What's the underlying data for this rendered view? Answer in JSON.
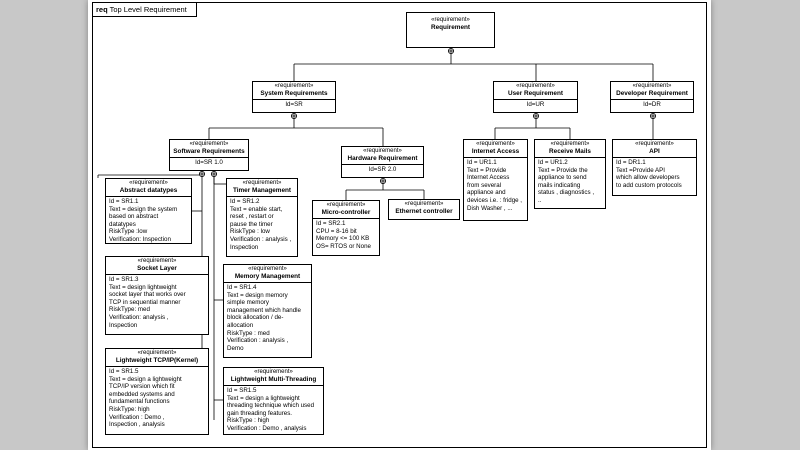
{
  "frame": {
    "keyword": "req",
    "title": "Top Level Requirement"
  },
  "stereotype": "«requirement»",
  "requirements": {
    "top": {
      "name": "Requirement"
    },
    "system": {
      "name": "System Requirements",
      "id": "Id=SR"
    },
    "user": {
      "name": "User Requirement",
      "id": "Id=UR"
    },
    "developer": {
      "name": "Developer  Requirement",
      "id": "Id=DR"
    },
    "software": {
      "name": "Software Requirements",
      "id": "Id=SR 1.0"
    },
    "hardware": {
      "name": "Hardware Requirement",
      "id": "Id=SR 2.0"
    },
    "internet": {
      "name": "Internet Access",
      "lines": [
        "Id = UR1.1",
        "Text =  Provide",
        "Internet Access",
        "from several",
        "appliance and",
        "devices i.e. : fridge ,",
        "Dish Washer , ..."
      ]
    },
    "mails": {
      "name": "Receive Mails",
      "lines": [
        "Id = UR1.2",
        "Text =   Provide the",
        "appliance to send",
        "mails indicating",
        "status , diagnostics ,",
        ".."
      ]
    },
    "api": {
      "name": "API",
      "lines": [
        "Id = DR1.1",
        "Text =Provide API",
        "which allow developers",
        "to add custom protocols"
      ]
    },
    "abstract": {
      "name": "Abstract datatypes",
      "lines": [
        "Id = SR1.1",
        "Text = design the system",
        "based on abstract",
        "datatypes",
        "RiskType :low",
        "Verification: Inspection"
      ]
    },
    "timer": {
      "name": "Timer Management",
      "lines": [
        "Id = SR1.2",
        "Text = enable start,",
        "reset , restart or",
        "pause the timer",
        "RiskType : low",
        "Verification : analysis ,",
        "Inspection"
      ]
    },
    "socket": {
      "name": "Socket Layer",
      "lines": [
        "Id = SR1.3",
        "Text = design lightweight",
        "socket layer that works over",
        "TCP in sequential manner",
        "RiskType: med",
        "Verification: analysis ,",
        "Inspection"
      ]
    },
    "memory": {
      "name": "Memory Management",
      "lines": [
        "Id = SR1.4",
        "Text = design memory",
        "simple memory",
        "management which handle",
        "block allocation / de-",
        "allocation",
        "RiskType : med",
        "Verification : analysis ,",
        "Demo"
      ]
    },
    "tcpip": {
      "name": "Lightweight TCP/IP(Kernel)",
      "lines": [
        "Id = SR1.5",
        "Text = design a lightweight",
        "TCP/IP version which fit",
        "embedded systems and",
        "fundamental functions",
        "RiskType: high",
        "Verification : Demo ,",
        "Inspection , analysis"
      ]
    },
    "multithreading": {
      "name": "Lightweight Multi-Threading",
      "lines": [
        "Id = SR1.5",
        "Text = design a lightweight",
        "threading technique which used",
        "gain threading features.",
        "RiskType : high",
        "Verification : Demo , analysis"
      ]
    },
    "microcontroller": {
      "name": "Micro-controller",
      "lines": [
        "Id = SR2.1",
        "CPU = 8-16 bit",
        "Memory <= 100 KB",
        "OS= RTOS or None"
      ]
    },
    "ethernet": {
      "name": "Ethernet controller"
    }
  }
}
